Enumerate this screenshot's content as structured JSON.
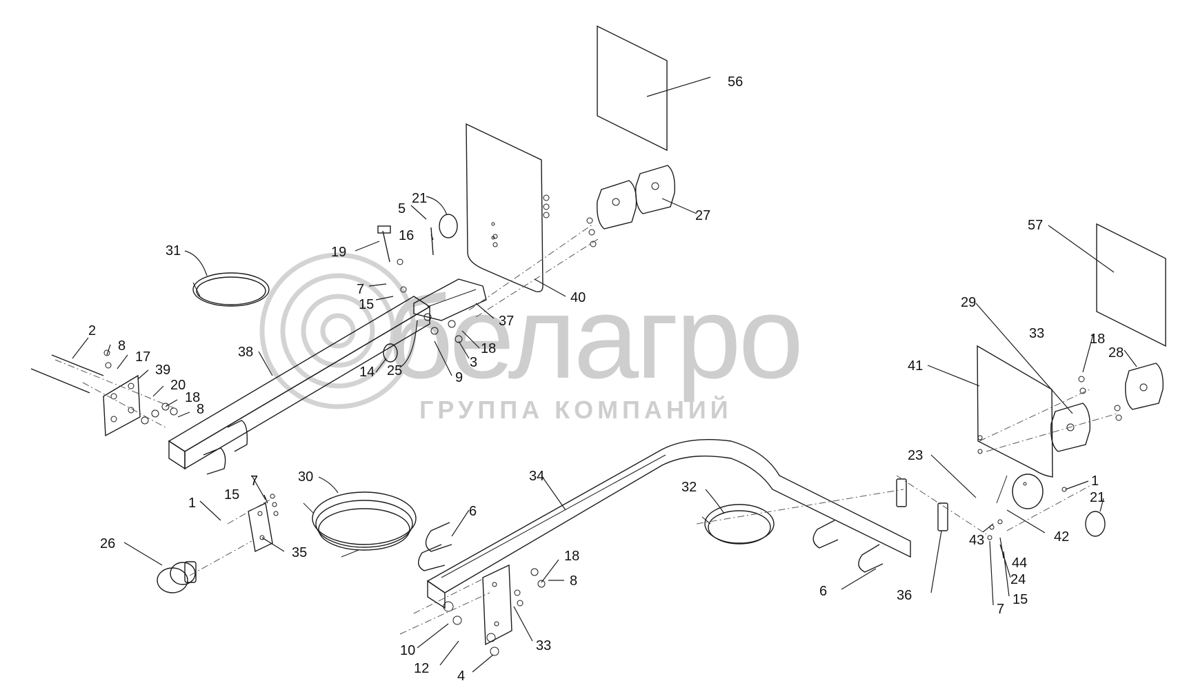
{
  "diagram": {
    "watermark": {
      "logo_text": "белагро",
      "sub_text": "ГРУППА КОМПАНИЙ"
    },
    "part_labels": {
      "p56": "56",
      "p27": "27",
      "p21a": "21",
      "p5": "5",
      "p16": "16",
      "p19": "19",
      "p31": "31",
      "p7a": "7",
      "p15a": "15",
      "p40": "40",
      "p37": "37",
      "p2": "2",
      "p8a": "8",
      "p17": "17",
      "p39": "39",
      "p20": "20",
      "p18a": "18",
      "p8b": "8",
      "p38": "38",
      "p14": "14",
      "p25": "25",
      "p9": "9",
      "p3": "3",
      "p18b": "18",
      "p57": "57",
      "p29": "29",
      "p33a": "33",
      "p18c": "18",
      "p28": "28",
      "p41": "41",
      "p30": "30",
      "p34": "34",
      "p32": "32",
      "p23": "23",
      "p1a": "1",
      "p21b": "21",
      "p7b": "7",
      "p15b": "15",
      "p1b": "1",
      "p26": "26",
      "p35": "35",
      "p6a": "6",
      "p18d": "18",
      "p8c": "8",
      "p42": "42",
      "p43": "43",
      "p44": "44",
      "p24": "24",
      "p6b": "6",
      "p36": "36",
      "p15c": "15",
      "p7c": "7",
      "p10": "10",
      "p12": "12",
      "p4": "4",
      "p33b": "33"
    }
  }
}
